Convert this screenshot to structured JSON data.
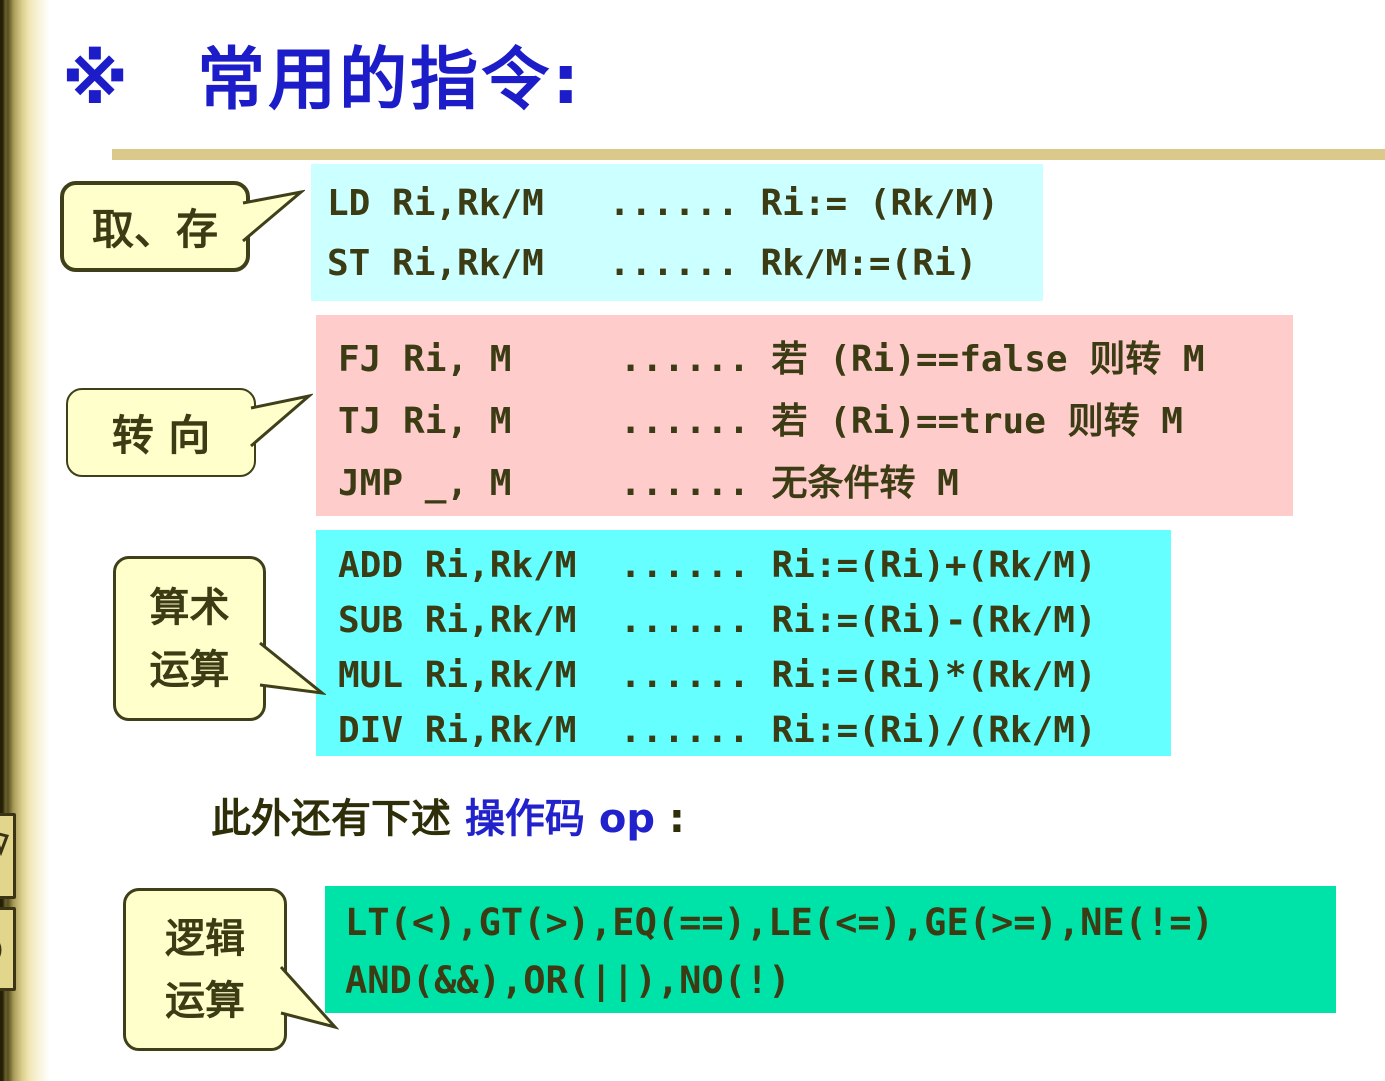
{
  "page": {
    "title": {
      "bullet": "※",
      "text": "常用的指令:"
    },
    "note": {
      "prefix": "此外还有下述 ",
      "highlight": "操作码 op",
      "suffix": " :"
    },
    "groups": [
      {
        "id": "load-store",
        "callout_lines": [
          "取、存"
        ],
        "box_color": "#CCFFFF",
        "lines": [
          "LD Ri,Rk/M   ...... Ri:= (Rk/M)",
          "ST Ri,Rk/M   ...... Rk/M:=(Ri)"
        ]
      },
      {
        "id": "jump",
        "callout_lines": [
          "转 向"
        ],
        "box_color": "#FFCCCC",
        "lines": [
          "FJ Ri, M     ...... 若 (Ri)==false 则转 M",
          "TJ Ri, M     ...... 若 (Ri)==true 则转 M",
          "JMP _, M     ...... 无条件转 M"
        ]
      },
      {
        "id": "arithmetic",
        "callout_lines": [
          "算术",
          "运算"
        ],
        "box_color": "#66FFFF",
        "lines": [
          "ADD Ri,Rk/M  ...... Ri:=(Ri)+(Rk/M)",
          "SUB Ri,Rk/M  ...... Ri:=(Ri)-(Rk/M)",
          "MUL Ri,Rk/M  ...... Ri:=(Ri)*(Rk/M)",
          "DIV Ri,Rk/M  ...... Ri:=(Ri)/(Rk/M)"
        ]
      },
      {
        "id": "logic",
        "callout_lines": [
          "逻辑",
          "运算"
        ],
        "box_color": "#00E3A8",
        "lines": [
          "LT(<),GT(>),EQ(==),LE(<=),GE(>=),NE(!=)",
          "AND(&&),OR(||),NO(!)"
        ]
      }
    ],
    "colors": {
      "title_blue": "#1C1CC8",
      "highlight_blue": "#2222CC",
      "divider_tan": "#DBC98B",
      "callout_fill": "#FFFFCC",
      "callout_border": "#3F3F1A",
      "code_text": "#3B3B14",
      "edge_bar_light": "#E9DFA6",
      "edge_bar_dark": "#241F05"
    },
    "sidebar": {
      "nav_icons": [
        "return-arrow-icon",
        "circle-icon"
      ]
    }
  }
}
